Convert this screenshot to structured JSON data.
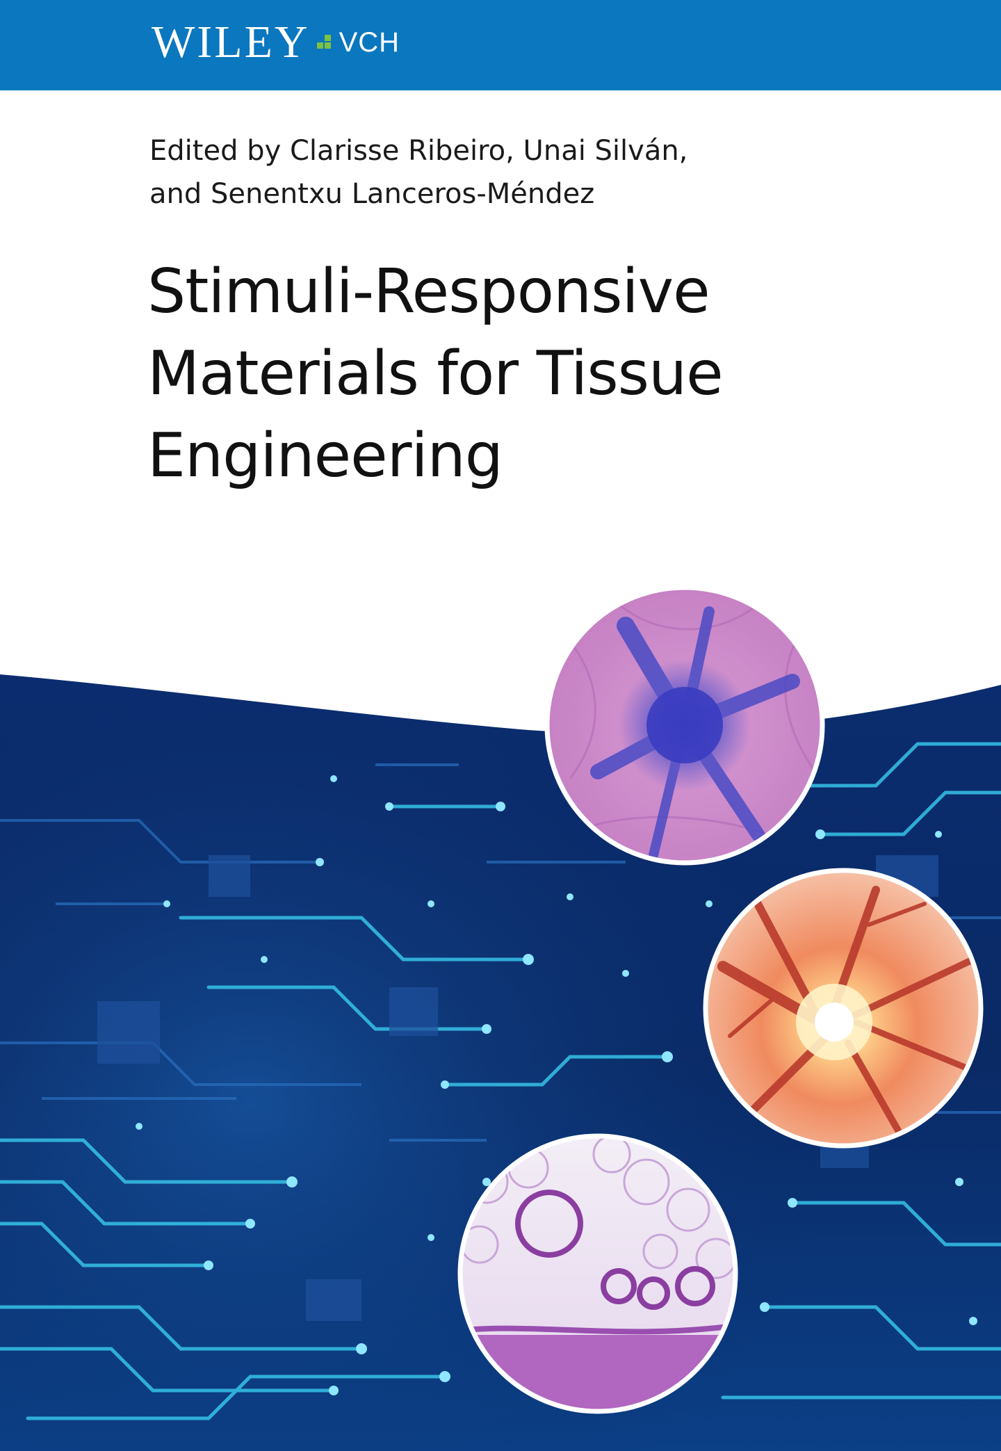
{
  "publisher": {
    "name": "WILEY",
    "imprint": "VCH",
    "brand_color": "#0a77be",
    "mark_color": "#7dc242"
  },
  "editors": {
    "line1": "Edited by Clarisse Ribeiro, Unai Silván,",
    "line2": "and Senentxu Lanceros-Méndez"
  },
  "title": {
    "line1": "Stimuli-Responsive",
    "line2": "Materials for Tissue",
    "line3": "Engineering"
  },
  "artwork": {
    "background": "circuit-board-blue",
    "accent_color": "#36c3e8",
    "micrographs": [
      {
        "name": "neuron-stained-micrograph",
        "color": "#c87bc0"
      },
      {
        "name": "neuron-glow-illustration",
        "color": "#e05a3c"
      },
      {
        "name": "adipose-tissue-micrograph",
        "color": "#b96fc6"
      }
    ]
  }
}
